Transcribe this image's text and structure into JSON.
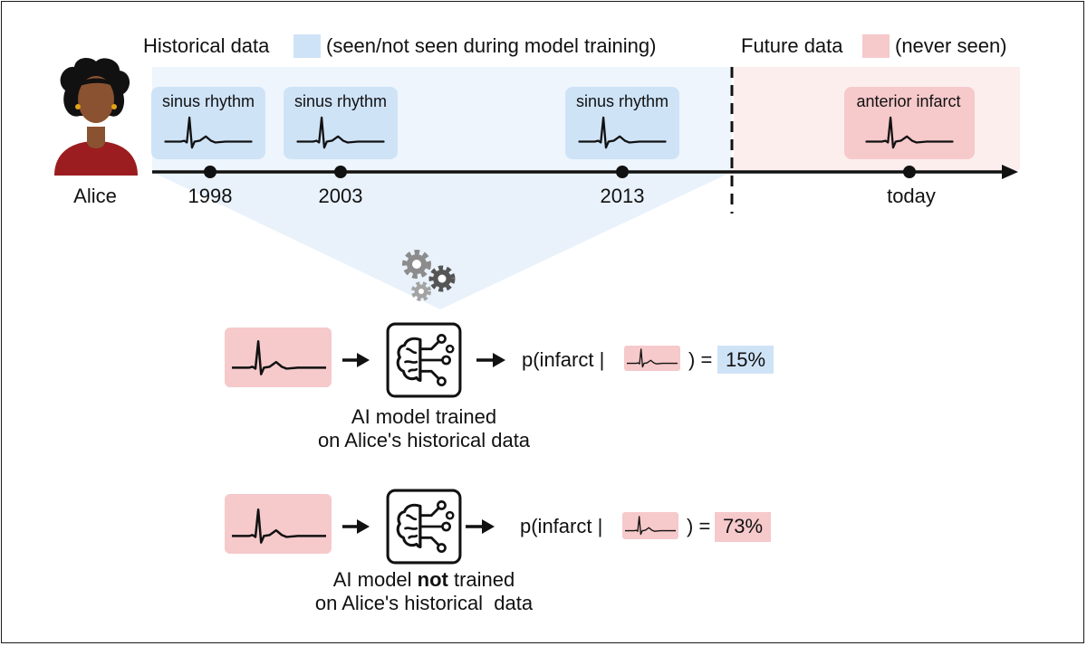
{
  "legend": {
    "historical_label": "Historical data",
    "historical_note": "(seen/not seen during model training)",
    "future_label": "Future data",
    "future_note": "(never seen)"
  },
  "patient": {
    "name": "Alice"
  },
  "timeline": {
    "events": [
      {
        "year": "1998",
        "label": "sinus rhythm"
      },
      {
        "year": "2003",
        "label": "sinus rhythm"
      },
      {
        "year": "2013",
        "label": "sinus rhythm"
      },
      {
        "year": "today",
        "label": "anterior infarct"
      }
    ]
  },
  "models": [
    {
      "caption_line1": "AI model trained",
      "caption_line2": "on Alice's historical data",
      "prob_prefix": "p(infarct |",
      "prob_suffix": ") =",
      "prob_value": "15%"
    },
    {
      "caption_pre": "AI model ",
      "caption_bold": "not",
      "caption_post": " trained",
      "caption_line2": "on Alice's historical  data",
      "prob_prefix": "p(infarct |",
      "prob_suffix": ") =",
      "prob_value": "73%"
    }
  ],
  "colors": {
    "historical": "#cfe3f7",
    "historical_region": "#eef5fc",
    "future": "#f6c9cb",
    "future_region": "#fdeeee",
    "ink": "#111111"
  },
  "icons": [
    "person-avatar",
    "gears-icon",
    "brain-circuit-icon",
    "arrow-right-icon",
    "ecg-waveform"
  ]
}
